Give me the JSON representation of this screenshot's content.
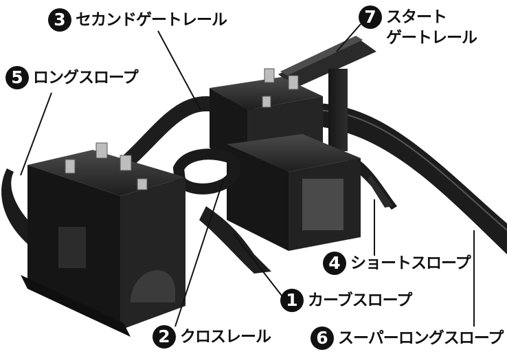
{
  "callouts": [
    {
      "id": "1",
      "number": "1",
      "lines": [
        "カーブスロープ"
      ]
    },
    {
      "id": "2",
      "number": "2",
      "lines": [
        "クロスレール"
      ]
    },
    {
      "id": "3",
      "number": "3",
      "lines": [
        "セカンドゲートレール"
      ]
    },
    {
      "id": "4",
      "number": "4",
      "lines": [
        "ショートスロープ"
      ]
    },
    {
      "id": "5",
      "number": "5",
      "lines": [
        "ロングスロープ"
      ]
    },
    {
      "id": "6",
      "number": "6",
      "lines": [
        "スーパーロングスロープ"
      ]
    },
    {
      "id": "7",
      "number": "7",
      "lines": [
        "スタート",
        "ゲートレール"
      ]
    }
  ],
  "colors": {
    "ink": "#111111",
    "track": "#1c1c1c",
    "body": "#2b2b2b",
    "shade": "#3a3a3a",
    "highlight": "#8c8c8c",
    "metal": "#bdbdbd",
    "paper": "#ffffff"
  }
}
